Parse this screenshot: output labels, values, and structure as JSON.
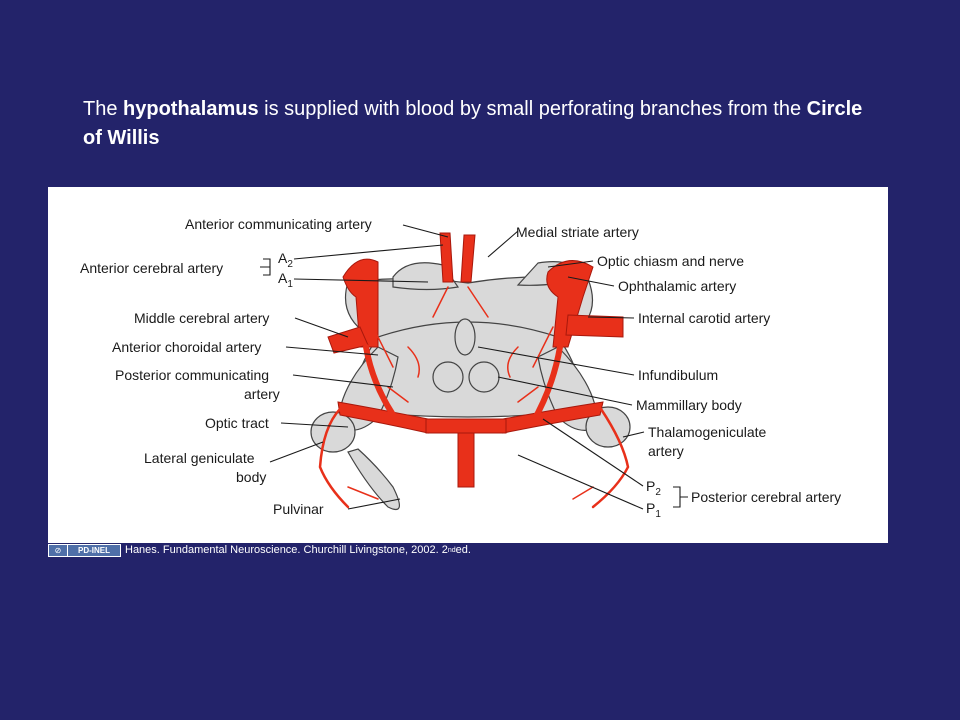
{
  "slide": {
    "title": {
      "part1": "The ",
      "bold1": "hypothalamus",
      "part2": " is supplied with blood by small perforating branches from the ",
      "bold2": "Circle of Willis"
    }
  },
  "diagram": {
    "labels_left": {
      "anterior_communicating": "Anterior communicating artery",
      "anterior_cerebral": "Anterior cerebral artery",
      "a2": "A",
      "a2_sub": "2",
      "a1": "A",
      "a1_sub": "1",
      "middle_cerebral": "Middle cerebral artery",
      "anterior_choroidal": "Anterior choroidal artery",
      "posterior_communicating_1": "Posterior communicating",
      "posterior_communicating_2": "artery",
      "optic_tract": "Optic tract",
      "lateral_geniculate_1": "Lateral geniculate",
      "lateral_geniculate_2": "body",
      "pulvinar": "Pulvinar"
    },
    "labels_right": {
      "medial_striate": "Medial striate artery",
      "optic_chiasm": "Optic chiasm and nerve",
      "ophthalamic": "Ophthalamic artery",
      "internal_carotid": "Internal carotid artery",
      "infundibulum": "Infundibulum",
      "mammillary": "Mammillary body",
      "thalamogeniculate_1": "Thalamogeniculate",
      "thalamogeniculate_2": "artery",
      "p2": "P",
      "p2_sub": "2",
      "p1": "P",
      "p1_sub": "1",
      "posterior_cerebral": "Posterior cerebral artery"
    }
  },
  "credit": {
    "license": "PD-INEL",
    "license_icon": "pd-icon",
    "text_main": "Hanes. Fundamental Neuroscience. Churchill Livingstone, 2002. 2",
    "text_sup": "nd",
    "text_end": " ed."
  },
  "colors": {
    "background": "#23236a",
    "artery": "#e8301a"
  }
}
